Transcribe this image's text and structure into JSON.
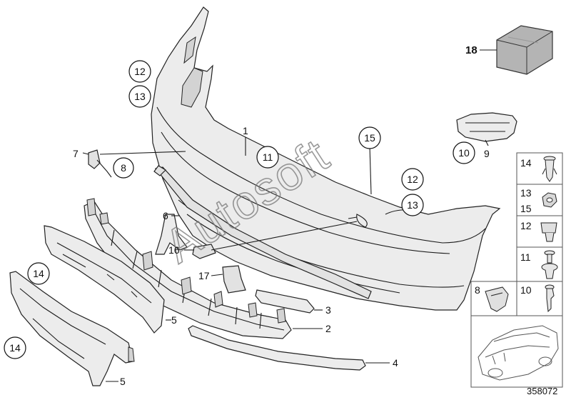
{
  "part_labels": {
    "p1": "1",
    "p2": "2",
    "p3": "3",
    "p4": "4",
    "p5a": "5",
    "p5b": "5",
    "p6": "6",
    "p7": "7",
    "p8": "8",
    "p9": "9",
    "p10": "10",
    "p11": "11",
    "p12a": "12",
    "p12b": "12",
    "p13a": "13",
    "p13b": "13",
    "p14a": "14",
    "p14b": "14",
    "p15": "15",
    "p16": "16",
    "p17": "17",
    "p18": "18"
  },
  "side_panel": {
    "rows": [
      {
        "label": "14",
        "icon": "push-rivet-icon"
      },
      {
        "label": "13",
        "label2": "15",
        "icon": "hex-nut-icon"
      },
      {
        "label": "12",
        "icon": "spreader-clip-icon"
      },
      {
        "label": "11",
        "icon": "expanding-rivet-icon"
      },
      {
        "label": "10",
        "icon": "screw-rivet-icon"
      }
    ],
    "row8_label": "8",
    "car_thumbnail": "car-outline-icon"
  },
  "watermark": "Autosoft",
  "diagram_number": "358072",
  "colors": {
    "line": "#1a1a1a",
    "part_fill": "#ececec",
    "box18_fill": "#b4b4b4"
  }
}
